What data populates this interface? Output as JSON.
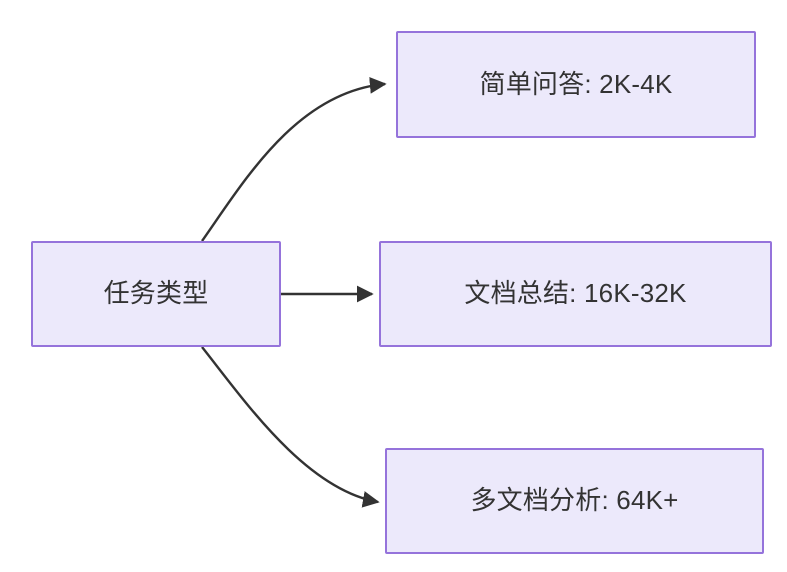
{
  "diagram": {
    "type": "flowchart",
    "direction": "left-to-right",
    "background_color": "#ffffff",
    "node_fill_color": "#ece9fb",
    "node_border_color": "#9573db",
    "node_text_color": "#333333",
    "edge_color": "#333333",
    "source_node": {
      "id": "task-type",
      "label": "任务类型"
    },
    "target_nodes": [
      {
        "id": "simple-qa",
        "label": "简单问答: 2K-4K",
        "name": "简单问答",
        "value": "2K-4K"
      },
      {
        "id": "doc-summary",
        "label": "文档总结: 16K-32K",
        "name": "文档总结",
        "value": "16K-32K"
      },
      {
        "id": "multidoc-analysis",
        "label": "多文档分析: 64K+",
        "name": "多文档分析",
        "value": "64K+"
      }
    ],
    "edges": [
      {
        "from": "task-type",
        "to": "simple-qa",
        "style": "curved",
        "arrow": "triangle"
      },
      {
        "from": "task-type",
        "to": "doc-summary",
        "style": "straight",
        "arrow": "triangle"
      },
      {
        "from": "task-type",
        "to": "multidoc-analysis",
        "style": "curved",
        "arrow": "triangle"
      }
    ]
  }
}
